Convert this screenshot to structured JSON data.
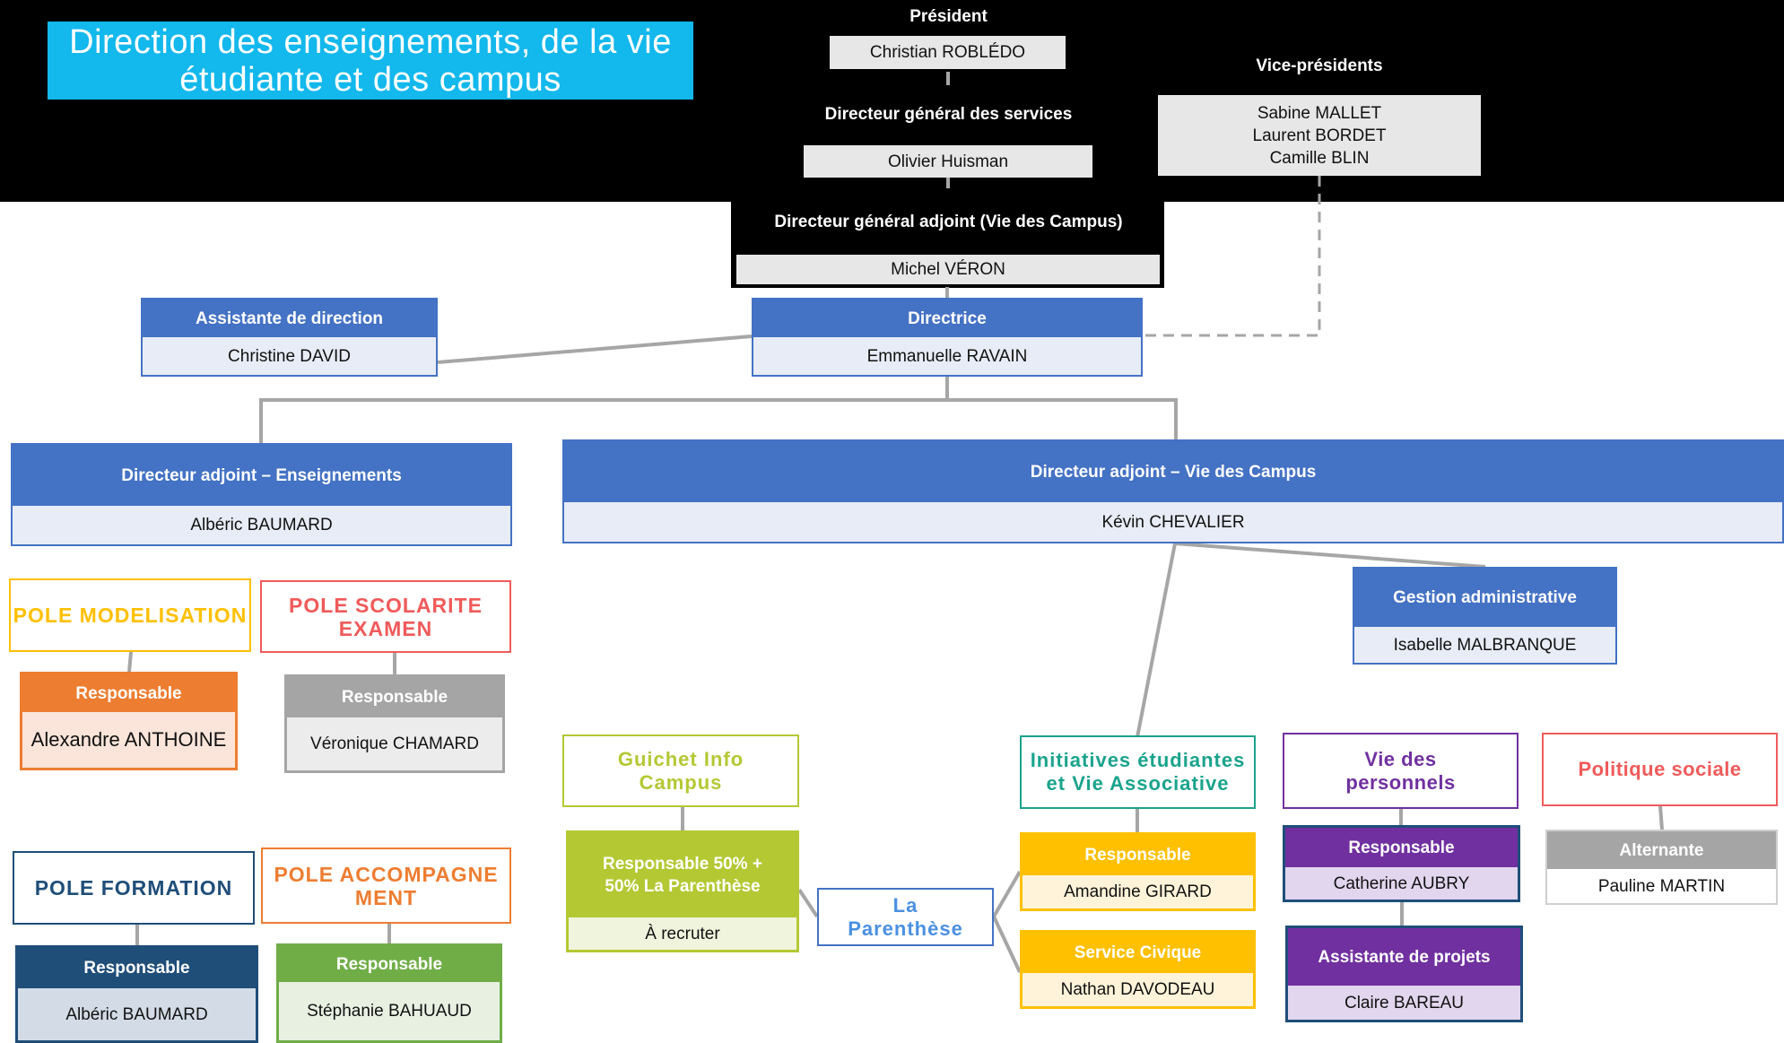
{
  "title": "Direction des enseignements, de la vie étudiante et des campus",
  "president": {
    "label": "Président",
    "name": "Christian ROBLÉDO"
  },
  "dgs": {
    "label": "Directeur général des services",
    "name": "Olivier Huisman"
  },
  "vps": {
    "label": "Vice-présidents",
    "names": [
      "Sabine MALLET",
      "Laurent BORDET",
      "Camille BLIN"
    ]
  },
  "dga": {
    "label": "Directeur général adjoint (Vie des Campus)",
    "name": "Michel VÉRON"
  },
  "directrice": {
    "label": "Directrice",
    "name": "Emmanuelle RAVAIN"
  },
  "assistante": {
    "label": "Assistante de direction",
    "name": "Christine DAVID"
  },
  "da_enseignements": {
    "label": "Directeur adjoint – Enseignements",
    "name": "Albéric BAUMARD"
  },
  "da_campus": {
    "label": "Directeur adjoint – Vie des Campus",
    "name": "Kévin CHEVALIER"
  },
  "gestion": {
    "label": "Gestion administrative",
    "name": "Isabelle MALBRANQUE"
  },
  "pole_modelisation": {
    "title": "POLE MODELISATION",
    "role": "Responsable",
    "name": "Alexandre ANTHOINE"
  },
  "pole_scolarite": {
    "title": "POLE SCOLARITE EXAMEN",
    "role": "Responsable",
    "name": "Véronique CHAMARD"
  },
  "pole_formation": {
    "title": "POLE FORMATION",
    "role": "Responsable",
    "name": "Albéric BAUMARD"
  },
  "pole_accompagnement": {
    "title": "POLE ACCOMPAGNEMENT",
    "role": "Responsable",
    "name": "Stéphanie BAHUAUD"
  },
  "guichet": {
    "title": "Guichet Info Campus",
    "role": "Responsable 50% + 50% La Parenthèse",
    "name": "À recruter"
  },
  "parenthese": {
    "title": "La Parenthèse"
  },
  "initiatives": {
    "title": "Initiatives étudiantes et Vie Associative",
    "role": "Responsable",
    "name": "Amandine GIRARD",
    "role2": "Service Civique",
    "name2": "Nathan DAVODEAU"
  },
  "vie_personnels": {
    "title": "Vie des personnels",
    "role": "Responsable",
    "name": "Catherine AUBRY",
    "role2": "Assistante de projets",
    "name2": "Claire BAREAU"
  },
  "politique_sociale": {
    "title": "Politique sociale",
    "role": "Alternante",
    "name": "Pauline MARTIN"
  },
  "colors": {
    "blue": "#4472c4",
    "orange": "#ed7d31",
    "grey": "#a5a5a5",
    "navy": "#1f4e79",
    "green": "#70ad47",
    "lime": "#b4c833",
    "yellow": "#ffc000",
    "purple": "#7030a0",
    "teal": "#1aa38c",
    "red": "#f05a5a",
    "cyan": "#13b8ec"
  }
}
